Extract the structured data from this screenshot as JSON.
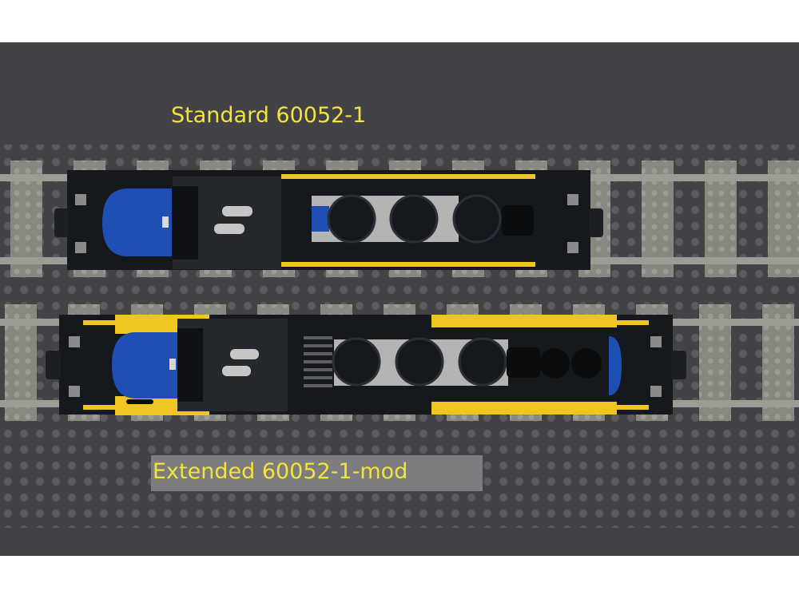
{
  "labels": {
    "standard": "Standard 60052-1",
    "extended": "Extended 60052-1-mod"
  },
  "colors": {
    "background": "#434347",
    "baseplate_stud": "#5a5a5f",
    "sleeper": "#87887f",
    "rail": "#9c9c94",
    "body": "#15181c",
    "body_light": "#24282d",
    "windshield_blue": "#1f4fb5",
    "yellow": "#f1c51f",
    "wheel_gray": "#b4b4b4",
    "caption_text": "#f3e33a",
    "caption_box": "#7d7d80"
  },
  "locomotives": [
    {
      "name": "standard",
      "wheel_count": 3
    },
    {
      "name": "extended",
      "wheel_count": 3
    }
  ]
}
